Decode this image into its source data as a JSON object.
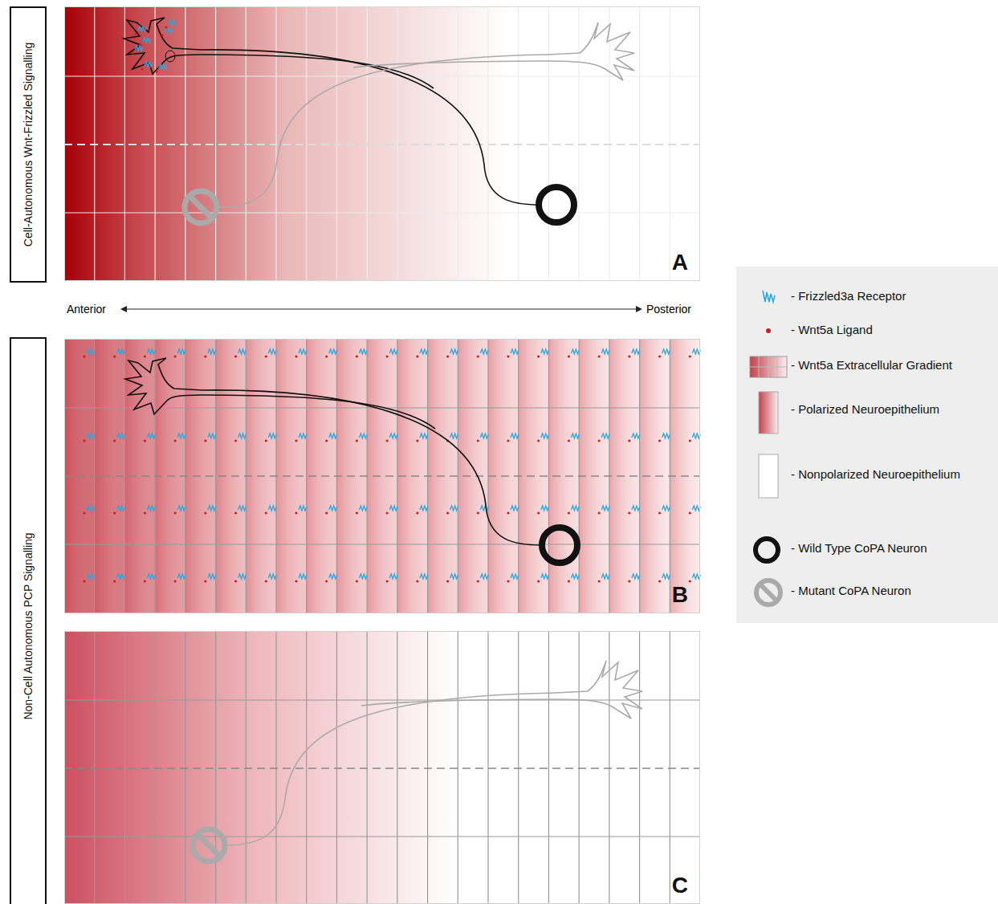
{
  "diagram": {
    "nodes": [
      {
        "text": [
          "Cell-Autonomous Wnt-Frizzled Signalling"
        ]
      },
      {
        "text": [
          "A"
        ]
      },
      {
        "text": [
          "Non-Cell Autonomous PCP Signalling"
        ]
      },
      {
        "text": [
          "B"
        ]
      },
      {
        "text": [
          "C"
        ]
      }
    ],
    "labels": [
      "Anterior",
      "Posterior"
    ],
    "legend": [
      {
        "text": "- Frizzled3a Receptor"
      },
      {
        "text": "- Wnt5a Ligand",
        "color": "#c8202a"
      },
      {
        "text": "- Wnt5a Extracellular Gradient"
      },
      {
        "text": "- Polarized Neuroepithelium"
      },
      {
        "text": "- Nonpolarized Neuroepithelium"
      },
      {
        "text": "- Wild Type CoPA Neuron"
      },
      {
        "text": "- Mutant CoPA Neuron"
      }
    ]
  }
}
